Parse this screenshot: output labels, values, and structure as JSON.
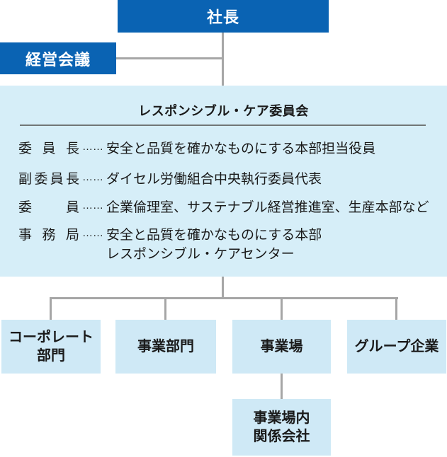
{
  "president": {
    "label": "社長"
  },
  "management_meeting": {
    "label": "経営会議"
  },
  "committee": {
    "title": "レスポンシブル・ケア委員会",
    "members": [
      {
        "role": "委 員 長",
        "dots": "……",
        "description": "安全と品質を確かなものにする本部担当役員"
      },
      {
        "role": "副委員長",
        "dots": "……",
        "description": "ダイセル労働組合中央執行委員代表"
      },
      {
        "role": "委 員",
        "dots": "……",
        "description": "企業倫理室、サステナブル経営推進室、生産本部など"
      },
      {
        "role": "事 務 局",
        "dots": "……",
        "description": "安全と品質を確かなものにする本部\nレスポンシブル・ケアセンター"
      }
    ]
  },
  "divisions": [
    {
      "label": "コーポレート\n部門"
    },
    {
      "label": "事業部門"
    },
    {
      "label": "事業場"
    },
    {
      "label": "グループ企業"
    }
  ],
  "site_subsidiary": {
    "label": "事業場内\n関係会社"
  },
  "colors": {
    "primary_blue": "#0A63B3",
    "panel_blue": "#D6EEF8",
    "node_blue": "#CFE9F6",
    "connector_gray": "#A6A6A6",
    "separator_gray": "#717677",
    "text_dark": "#1A1A1A"
  }
}
